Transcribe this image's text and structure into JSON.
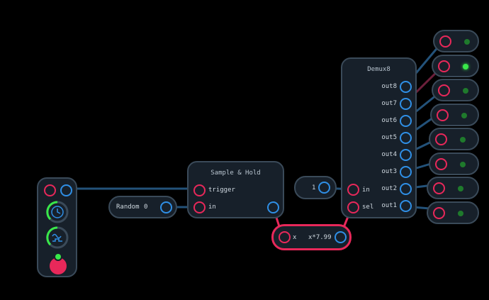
{
  "random": {
    "label": "Random",
    "value": "0"
  },
  "sample_hold": {
    "title": "Sample & Hold",
    "trigger": "trigger",
    "in": "in"
  },
  "expr": {
    "input": "x",
    "formula": "x*7.99"
  },
  "constant": {
    "value": "1"
  },
  "demux": {
    "title": "Demux8",
    "outputs": [
      "out8",
      "out7",
      "out6",
      "out5",
      "out4",
      "out3",
      "out2",
      "out1"
    ],
    "in": "in",
    "sel": "sel"
  },
  "leds": {
    "active_index": 1,
    "count": 8
  },
  "colors": {
    "input_port": "#e8285a",
    "output_port": "#2f8fe6",
    "wire": "#23527a",
    "led_on": "#39e84a",
    "led_off": "#1f7a2c",
    "selected": "#e8285a"
  }
}
